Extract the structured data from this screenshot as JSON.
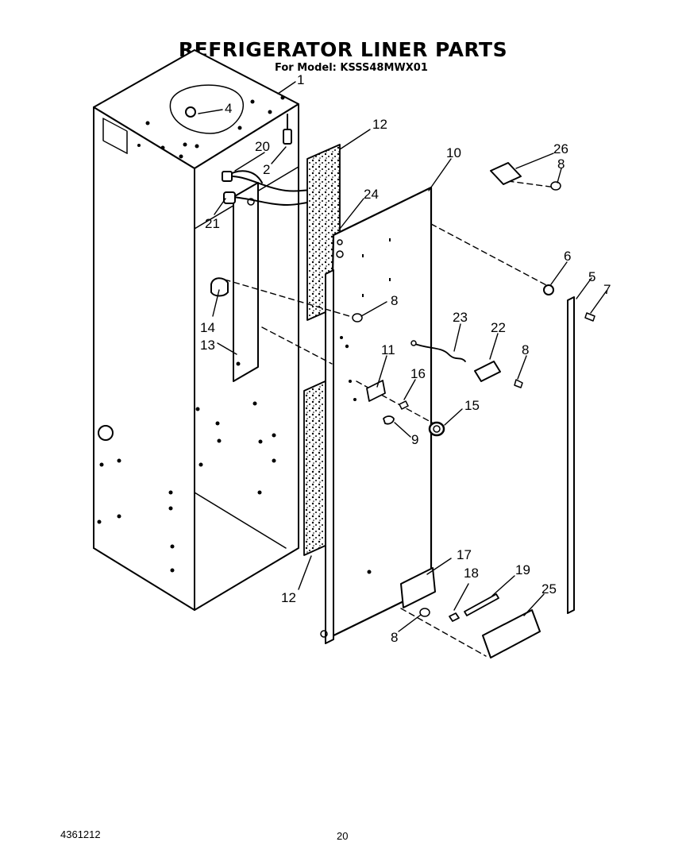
{
  "header": {
    "title": "REFRIGERATOR LINER PARTS",
    "model_line": "For Model: KSSS48MWX01"
  },
  "footer": {
    "part_code": "4361212",
    "page_number": "20"
  },
  "callouts": {
    "c1": "1",
    "c2": "2",
    "c4": "4",
    "c5": "5",
    "c6": "6",
    "c7": "7",
    "c8a": "8",
    "c8b": "8",
    "c8c": "8",
    "c8d": "8",
    "c9": "9",
    "c10": "10",
    "c11": "11",
    "c12a": "12",
    "c12b": "12",
    "c13": "13",
    "c14": "14",
    "c15": "15",
    "c16": "16",
    "c17": "17",
    "c18": "18",
    "c19": "19",
    "c20": "20",
    "c21": "21",
    "c22": "22",
    "c23": "23",
    "c24": "24",
    "c25": "25",
    "c26": "26"
  }
}
